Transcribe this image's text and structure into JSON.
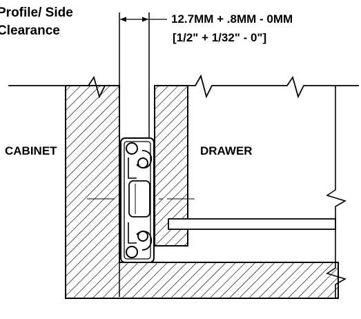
{
  "title": {
    "line1": "Profile/ Side",
    "line2": "Clearance"
  },
  "dimension": {
    "line1": "12.7MM + .8MM - 0MM",
    "line2": "[1/2\" + 1/32\" - 0\"]"
  },
  "labels": {
    "cabinet": "CABINET",
    "drawer": "DRAWER"
  },
  "colors": {
    "ink": "#000000",
    "background": "#ffffff"
  }
}
